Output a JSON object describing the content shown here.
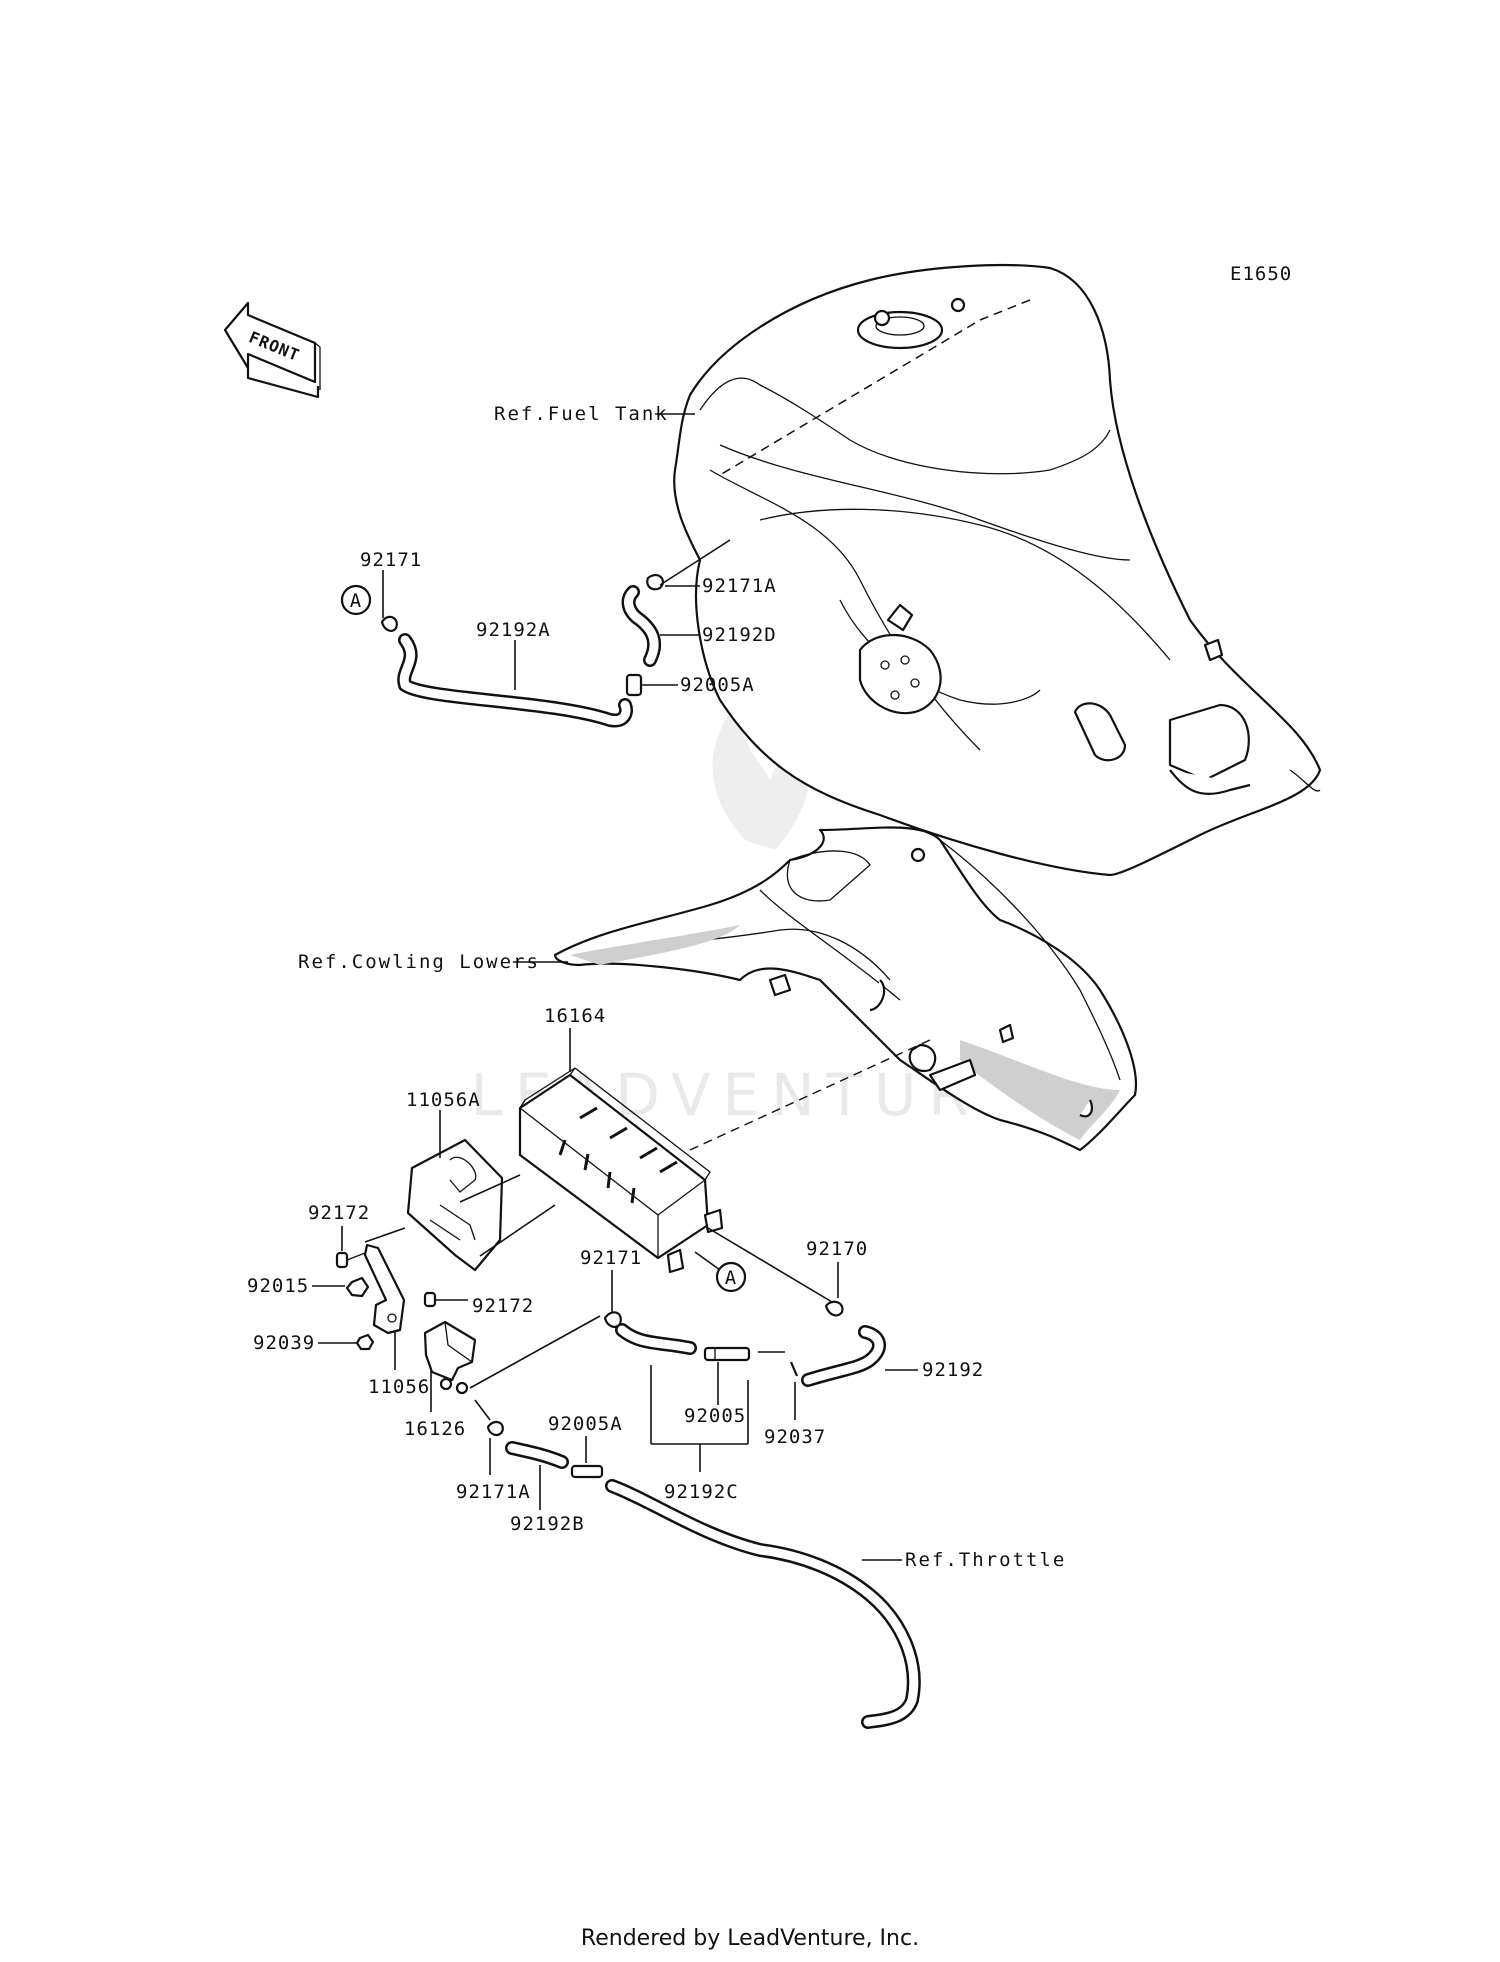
{
  "diagram_code": "E1650",
  "front_indicator": "FRONT",
  "callouts": {
    "circle_a_top": "A",
    "circle_a_bottom": "A"
  },
  "references": {
    "fuel_tank": "Ref.Fuel Tank",
    "cowling_lowers": "Ref.Cowling Lowers",
    "throttle": "Ref.Throttle"
  },
  "parts": {
    "p92171_top": "92171",
    "p92192A": "92192A",
    "p92171A_top": "92171A",
    "p92192D": "92192D",
    "p92005A_top": "92005A",
    "p16164": "16164",
    "p11056A": "11056A",
    "p92172_top": "92172",
    "p92015": "92015",
    "p92172_bottom": "92172",
    "p92039": "92039",
    "p11056": "11056",
    "p16126": "16126",
    "p92171_mid": "92171",
    "p92170": "92170",
    "p92192": "92192",
    "p92005": "92005",
    "p92037": "92037",
    "p92005A_bottom": "92005A",
    "p92192C": "92192C",
    "p92171A_bottom": "92171A",
    "p92192B": "92192B"
  },
  "watermark": "LEADVENTURE",
  "footer": "Rendered by LeadVenture, Inc."
}
